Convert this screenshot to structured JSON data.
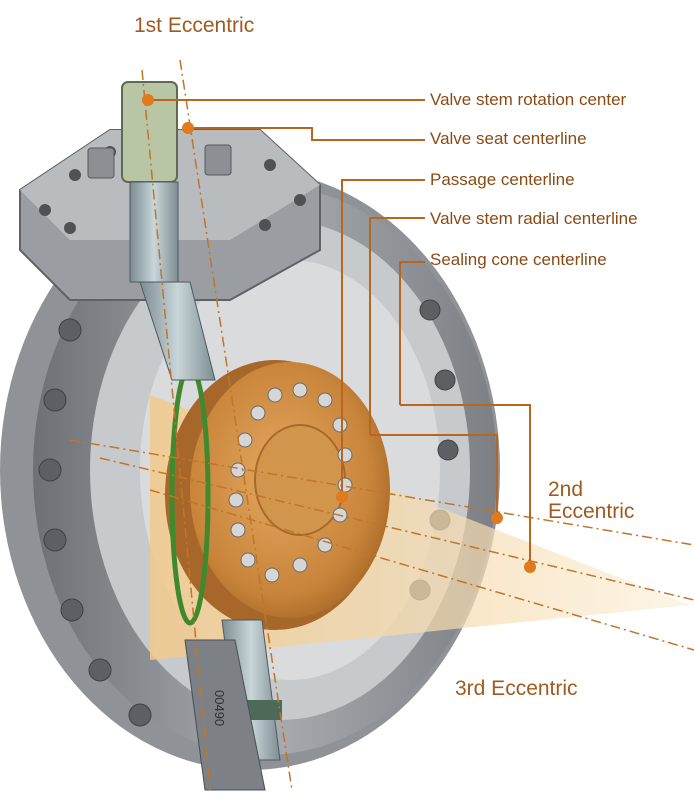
{
  "eccentrics": {
    "first": "1st Eccentric",
    "second_line1": "2nd",
    "second_line2": "Eccentric",
    "third": "3rd Eccentric"
  },
  "callouts": [
    {
      "id": "stem-rotation-center",
      "label": "Valve stem rotation center"
    },
    {
      "id": "seat-centerline",
      "label": "Valve seat centerline"
    },
    {
      "id": "passage-centerline",
      "label": "Passage centerline"
    },
    {
      "id": "stem-radial-centerline",
      "label": "Valve stem radial centerline"
    },
    {
      "id": "sealing-cone-centerline",
      "label": "Sealing cone centerline"
    }
  ],
  "body_marking": "00490",
  "colors": {
    "callout_line": "#b8651e",
    "label_text": "#8a4a16",
    "disc": "#c8843a",
    "metal": "#8e9296",
    "stem": "#9fb0b5",
    "seal_ring": "#3f8a2e",
    "cone": "#f6dcae"
  }
}
